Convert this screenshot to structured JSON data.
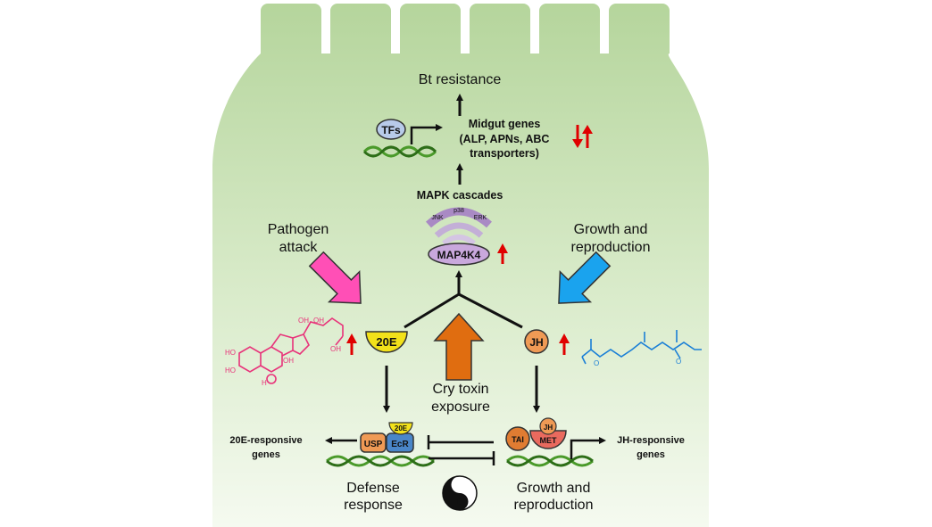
{
  "title": "Bt resistance",
  "tf_label": "TFs",
  "midgut_genes": [
    "Midgut genes",
    "(ALP, APNs, ABC",
    "transporters)"
  ],
  "mapk_cascades": "MAPK cascades",
  "mapk_arcs": [
    "JNK",
    "p38",
    "ERK"
  ],
  "map4k4": "MAP4K4",
  "pathogen_attack": [
    "Pathogen",
    "attack"
  ],
  "growth_reproduction_top": [
    "Growth and",
    "reproduction"
  ],
  "hormone_20e": "20E",
  "hormone_jh": "JH",
  "cry_toxin": [
    "Cry toxin",
    "exposure"
  ],
  "usp": "USP",
  "ecr": "EcR",
  "receptor_20e": "20E",
  "responsive_20e": [
    "20E-responsive",
    "genes"
  ],
  "tai": "TAI",
  "met": "MET",
  "receptor_jh": "JH",
  "responsive_jh": [
    "JH-responsive",
    "genes"
  ],
  "defense_response": [
    "Defense",
    "response"
  ],
  "growth_reproduction_bottom": [
    "Growth and",
    "reproduction"
  ],
  "colors": {
    "cell_top": "#b5d59c",
    "cell_bottom": "#f5faf0",
    "pathogen_arrow": "#ff4fb6",
    "growth_arrow": "#1aa3ee",
    "cry_arrow": "#e06d10",
    "up_arrow": "#e00000",
    "hormone_20e_fill": "#f2e11a",
    "hormone_jh_fill": "#ef9a55",
    "ecdysone_structure": "#e8337a",
    "jh_structure": "#1a7fd6"
  }
}
